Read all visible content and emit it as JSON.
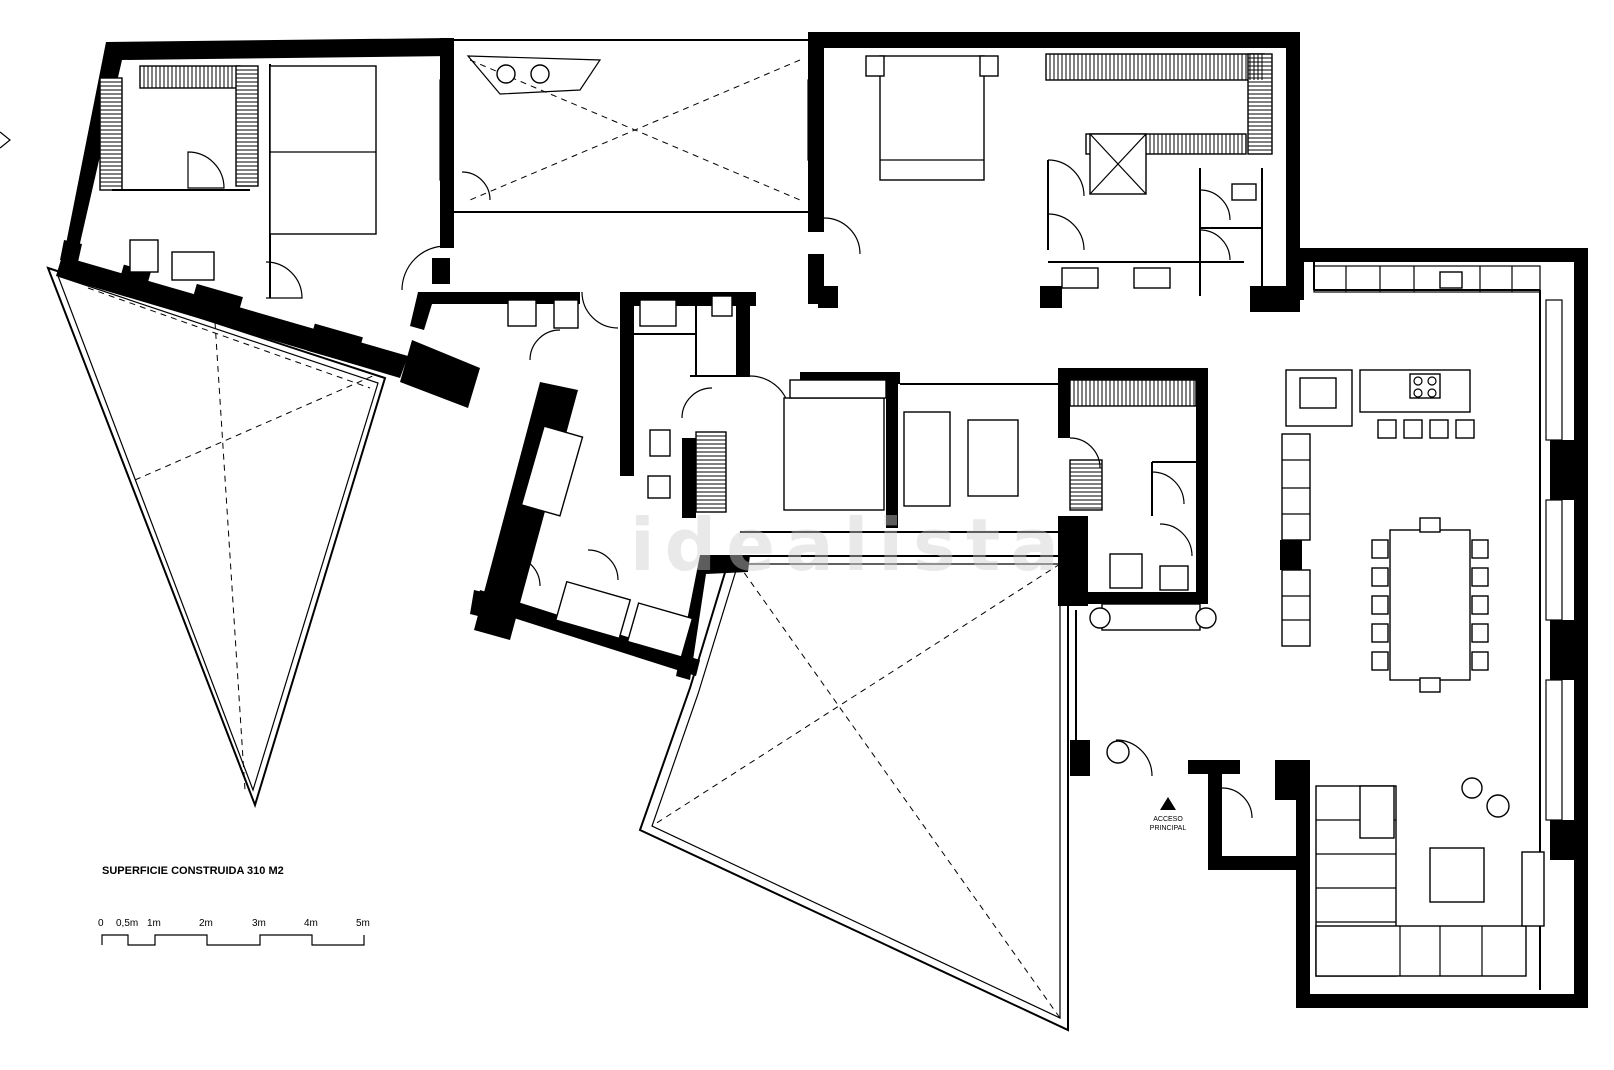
{
  "area": {
    "label": "SUPERFICIE CONSTRUIDA 310 M2"
  },
  "scale": {
    "ticks": [
      "0",
      "0,5m",
      "1m",
      "2m",
      "3m",
      "4m",
      "5m"
    ]
  },
  "entrance": {
    "line1": "ACCESO",
    "line2": "PRINCIPAL"
  },
  "watermark": "idealista",
  "colors": {
    "walls": "#000000",
    "background": "#ffffff",
    "watermark": "#cfcfcf"
  }
}
